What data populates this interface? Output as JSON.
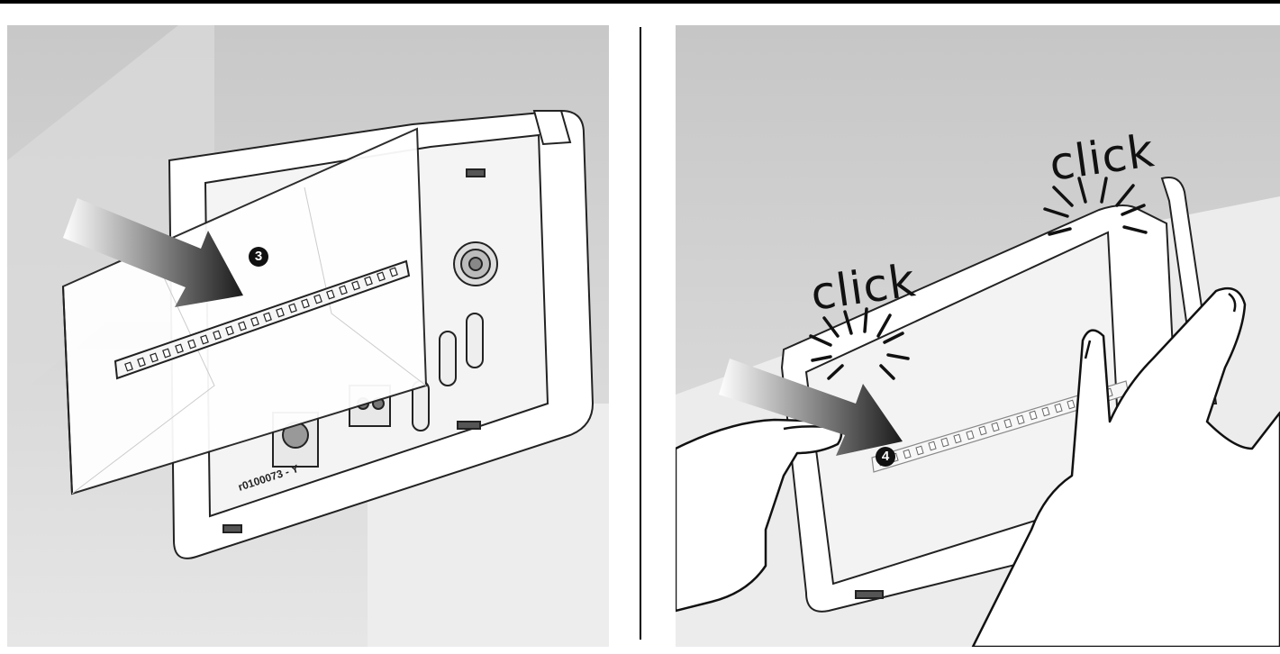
{
  "panels": [
    {
      "id": "left",
      "step_label": "3",
      "device_label": "r0100073 - Y"
    },
    {
      "id": "right",
      "step_label": "4",
      "sounds": [
        "click",
        "click"
      ]
    }
  ],
  "colors": {
    "background_top": "#c7c7c7",
    "background_bottom": "#e9e9e9",
    "arrow_dark": "#1a1a1a",
    "arrow_light": "#ffffff",
    "outline": "#222222",
    "badge": "#111111"
  },
  "icons": {
    "arrow": "push-arrow-icon",
    "click_marks": "click-burst-icon",
    "hand": "hand-icon"
  }
}
